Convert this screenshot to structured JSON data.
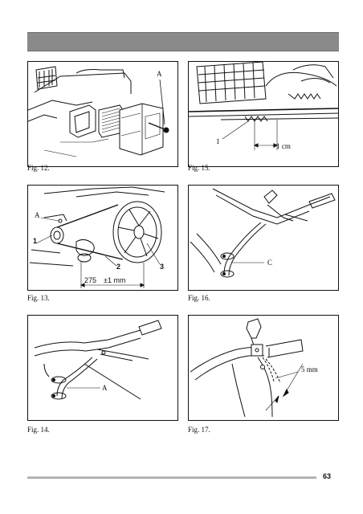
{
  "page": {
    "number": "63"
  },
  "figures": [
    {
      "id": "fig12",
      "caption": "Fig. 12.",
      "callouts": [
        "A"
      ]
    },
    {
      "id": "fig15",
      "caption": "Fig. 15.",
      "callouts": [
        "1",
        "+1 cm"
      ]
    },
    {
      "id": "fig13",
      "caption": "Fig. 13.",
      "callouts": [
        "A",
        "1",
        "2",
        "3",
        "275",
        "±1 mm"
      ]
    },
    {
      "id": "fig16",
      "caption": "Fig. 16.",
      "callouts": [
        "C"
      ]
    },
    {
      "id": "fig14",
      "caption": "Fig. 14.",
      "callouts": [
        "A"
      ]
    },
    {
      "id": "fig17",
      "caption": "Fig. 17.",
      "callouts": [
        "5 mm"
      ]
    }
  ]
}
